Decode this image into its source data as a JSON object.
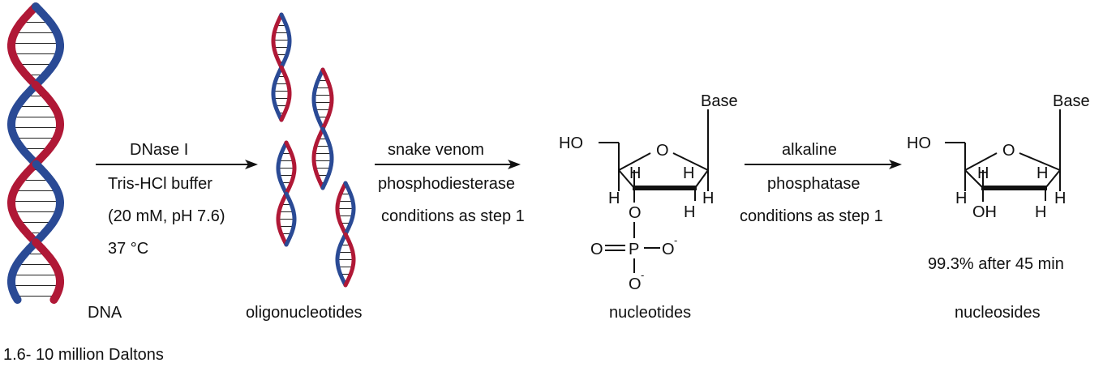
{
  "dna": {
    "label": "DNA",
    "size_note": "1.6- 10 million Daltons",
    "colors": {
      "blue": "#2a4a95",
      "red": "#b01836"
    }
  },
  "step1": {
    "lines": [
      "DNase I",
      "Tris-HCl buffer",
      "(20 mM, pH 7.6)",
      "37 °C"
    ]
  },
  "oligo": {
    "label": "oligonucleotides"
  },
  "step2": {
    "lines": [
      "snake venom",
      "phosphodiesterase",
      "conditions as step 1"
    ]
  },
  "nucleotide": {
    "label": "nucleotides",
    "atoms": {
      "base": "Base",
      "ho": "HO",
      "o_ring": "O",
      "h": "H",
      "o_link": "O",
      "p": "P",
      "o_dbl": "O",
      "o_neg": "O",
      "charge": "-"
    }
  },
  "step3": {
    "lines": [
      "alkaline",
      "phosphatase",
      "conditions as step 1"
    ]
  },
  "nucleoside": {
    "label": "nucleosides",
    "yield": "99.3% after 45 min",
    "atoms": {
      "base": "Base",
      "ho": "HO",
      "o_ring": "O",
      "h": "H",
      "oh": "OH"
    }
  }
}
